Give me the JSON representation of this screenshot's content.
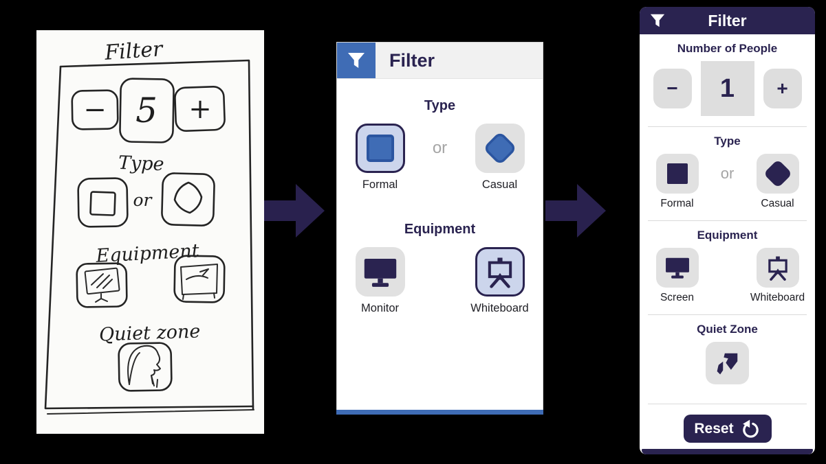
{
  "colors": {
    "navy": "#2a2350",
    "arrow": "#29214e",
    "blue": "#3f6cb5",
    "blue_dark": "#2b55a0",
    "selbg": "#ccd5ec",
    "tile": "#e1e1e1"
  },
  "sketch": {
    "title": "Filter",
    "counter": {
      "minus": "−",
      "value": "5",
      "plus": "+"
    },
    "type_label": "Type",
    "or": "or",
    "equipment_label": "Equipment",
    "quiet_label": "Quiet zone"
  },
  "wireframe": {
    "header": {
      "title": "Filter"
    },
    "type": {
      "heading": "Type",
      "or": "or",
      "formal": "Formal",
      "casual": "Casual"
    },
    "equipment": {
      "heading": "Equipment",
      "monitor": "Monitor",
      "whiteboard": "Whiteboard"
    }
  },
  "final": {
    "header": {
      "title": "Filter"
    },
    "people": {
      "heading": "Number of People",
      "minus": "−",
      "value": "1",
      "plus": "+"
    },
    "type": {
      "heading": "Type",
      "or": "or",
      "formal": "Formal",
      "casual": "Casual"
    },
    "equipment": {
      "heading": "Equipment",
      "screen": "Screen",
      "whiteboard": "Whiteboard"
    },
    "quiet": {
      "heading": "Quiet Zone"
    },
    "reset": {
      "label": "Reset"
    }
  }
}
